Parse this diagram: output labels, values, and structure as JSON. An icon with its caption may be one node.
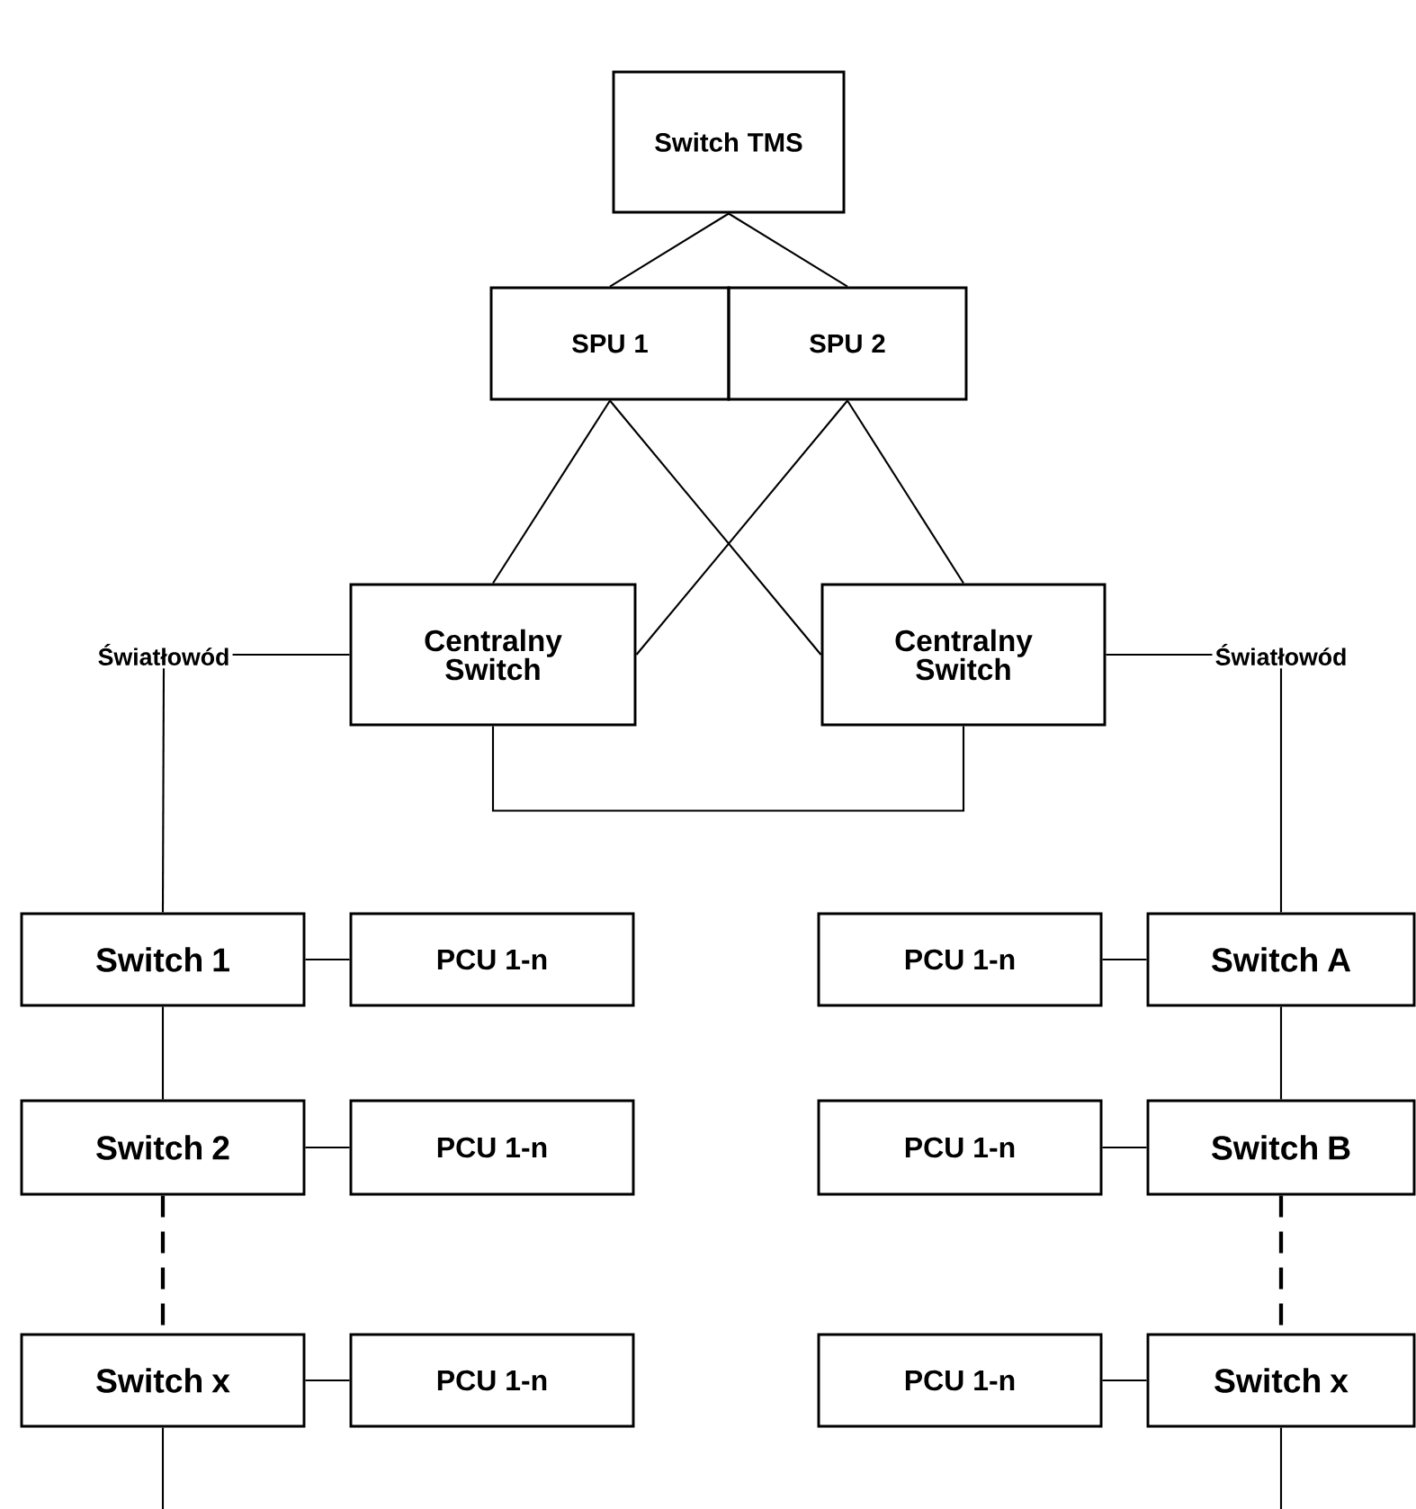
{
  "diagram": {
    "nodes": [
      {
        "text": [
          "Switch TMS"
        ]
      },
      {
        "text": [
          "SPU 1"
        ]
      },
      {
        "text": [
          "SPU 2"
        ]
      },
      {
        "text": [
          "Centralny Switch"
        ]
      },
      {
        "text": [
          "Centralny Switch"
        ]
      },
      {
        "text": [
          "Światłowód"
        ]
      },
      {
        "text": [
          "Światłowód"
        ]
      },
      {
        "text": [
          "Switch 1"
        ]
      },
      {
        "text": [
          "PCU 1-n"
        ]
      },
      {
        "text": [
          "PCU 1-n"
        ]
      },
      {
        "text": [
          "Switch A"
        ]
      },
      {
        "text": [
          "Switch 2"
        ]
      },
      {
        "text": [
          "PCU 1-n"
        ]
      },
      {
        "text": [
          "PCU 1-n"
        ]
      },
      {
        "text": [
          "Switch B"
        ]
      },
      {
        "text": [
          "Switch x"
        ]
      },
      {
        "text": [
          "PCU 1-n"
        ]
      },
      {
        "text": [
          "PCU 1-n"
        ]
      },
      {
        "text": [
          "Switch x"
        ]
      }
    ],
    "edges": [
      {
        "from": 0,
        "to": 1,
        "arrow": "none"
      },
      {
        "from": 0,
        "to": 2,
        "arrow": "none"
      },
      {
        "from": 1,
        "to": 3,
        "arrow": "none"
      },
      {
        "from": 1,
        "to": 4,
        "arrow": "none"
      },
      {
        "from": 2,
        "to": 3,
        "arrow": "none"
      },
      {
        "from": 2,
        "to": 4,
        "arrow": "none"
      },
      {
        "from": 3,
        "to": 4,
        "arrow": "none"
      },
      {
        "from": 5,
        "to": 3,
        "arrow": "none"
      },
      {
        "from": 4,
        "to": 6,
        "arrow": "none"
      },
      {
        "from": 5,
        "to": 7,
        "arrow": "none"
      },
      {
        "from": 6,
        "to": 10,
        "arrow": "none"
      },
      {
        "from": 7,
        "to": 8,
        "arrow": "none"
      },
      {
        "from": 9,
        "to": 10,
        "arrow": "none"
      },
      {
        "from": 7,
        "to": 11,
        "arrow": "none"
      },
      {
        "from": 10,
        "to": 14,
        "arrow": "none"
      },
      {
        "from": 11,
        "to": 12,
        "arrow": "none"
      },
      {
        "from": 13,
        "to": 14,
        "arrow": "none"
      },
      {
        "from": 11,
        "to": 15,
        "arrow": "none",
        "style": "dashed"
      },
      {
        "from": 14,
        "to": 18,
        "arrow": "none",
        "style": "dashed"
      },
      {
        "from": 15,
        "to": 16,
        "arrow": "none"
      },
      {
        "from": 17,
        "to": 18,
        "arrow": "none"
      },
      {
        "from": 15,
        "to": null,
        "arrow": "none"
      },
      {
        "from": 18,
        "to": null,
        "arrow": "none"
      }
    ]
  }
}
